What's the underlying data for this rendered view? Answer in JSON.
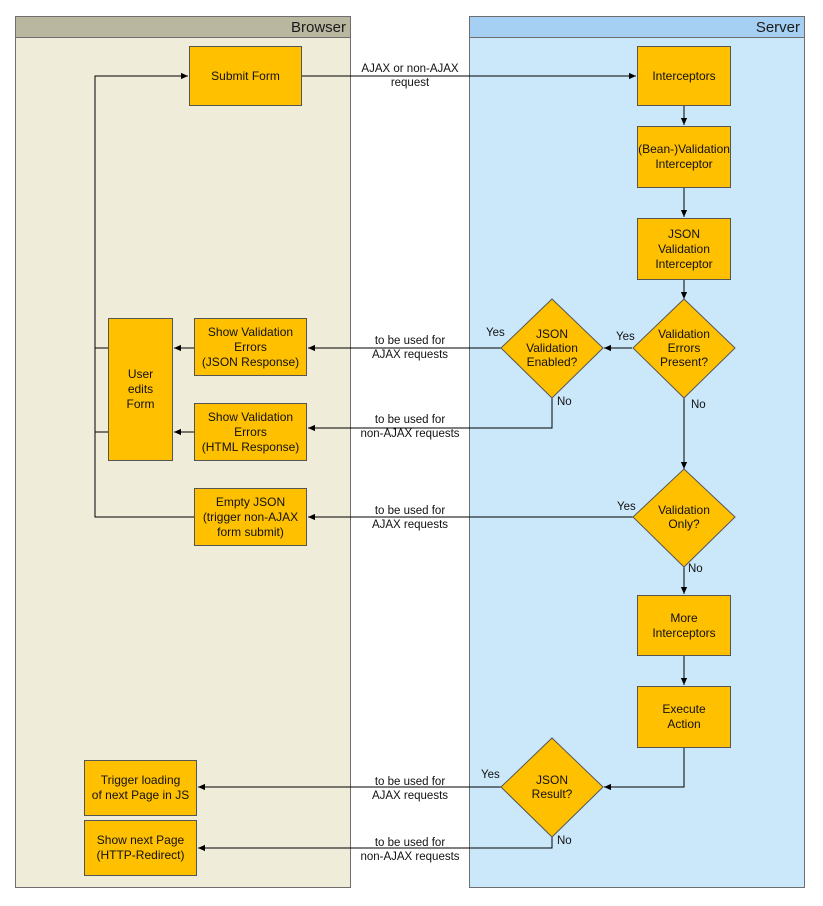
{
  "lanes": {
    "browser": "Browser",
    "server": "Server"
  },
  "boxes": {
    "submit_form": "Submit Form",
    "interceptors": "Interceptors",
    "bean_validation": "(Bean-)Validation\nInterceptor",
    "json_validation": "JSON Validation\nInterceptor",
    "show_errors_json": "Show Validation\nErrors\n(JSON Response)",
    "show_errors_html": "Show Validation\nErrors\n(HTML Response)",
    "user_edits": "User\nedits\nForm",
    "empty_json": "Empty JSON\n(trigger non-AJAX\nform submit)",
    "more_interceptors": "More\nInterceptors",
    "execute_action": "Execute\nAction",
    "trigger_loading": "Trigger loading\nof next Page in JS",
    "show_next_page": "Show next Page\n(HTTP-Redirect)"
  },
  "decisions": {
    "json_validation_enabled": "JSON\nValidation\nEnabled?",
    "validation_errors_present": "Validation\nErrors\nPresent?",
    "validation_only": "Validation\nOnly?",
    "json_result": "JSON\nResult?"
  },
  "edge_labels": {
    "request": "AJAX or non-AJAX\nrequest",
    "ajax_1": "to be used for\nAJAX requests",
    "non_ajax_1": "to be used for\nnon-AJAX requests",
    "ajax_2": "to be used for\nAJAX requests",
    "ajax_3": "to be used for\nAJAX requests",
    "non_ajax_2": "to be used for\nnon-AJAX requests",
    "yes_1": "Yes",
    "yes_2": "Yes",
    "no_1": "No",
    "no_2": "No",
    "yes_3": "Yes",
    "no_3": "No",
    "yes_4": "Yes",
    "no_4": "No"
  },
  "colors": {
    "browser_lane": "#efedd9",
    "browser_header": "#b9b7a0",
    "server_lane": "#cbe8fb",
    "server_header": "#a5d0f3",
    "node_fill": "#ffc000"
  }
}
